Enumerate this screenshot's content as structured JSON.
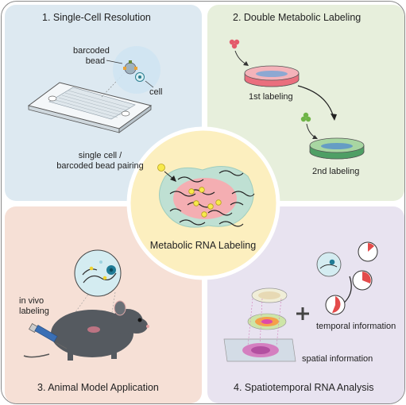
{
  "center": {
    "title": "Metabolic RNA Labeling"
  },
  "panel1": {
    "title": "1. Single-Cell Resolution",
    "bead_label_line1": "barcoded",
    "bead_label_line2": "bead",
    "cell_label": "cell",
    "pairing_line1": "single cell /",
    "pairing_line2": "barcoded bead pairing"
  },
  "panel2": {
    "title": "2. Double Metabolic Labeling",
    "first_label": "1st labeling",
    "second_label": "2nd labeling"
  },
  "panel3": {
    "title": "3. Animal Model Application",
    "invivo_line1": "in vivo",
    "invivo_line2": "labeling"
  },
  "panel4": {
    "title": "4. Spatiotemporal RNA Analysis",
    "temporal_label": "temporal information",
    "spatial_label": "spatial information"
  },
  "colors": {
    "panel1_bg": "#dde9f1",
    "panel2_bg": "#e7efdc",
    "panel3_bg": "#f6e0d6",
    "panel4_bg": "#e8e3f0",
    "center_bg": "#fcefbf"
  }
}
